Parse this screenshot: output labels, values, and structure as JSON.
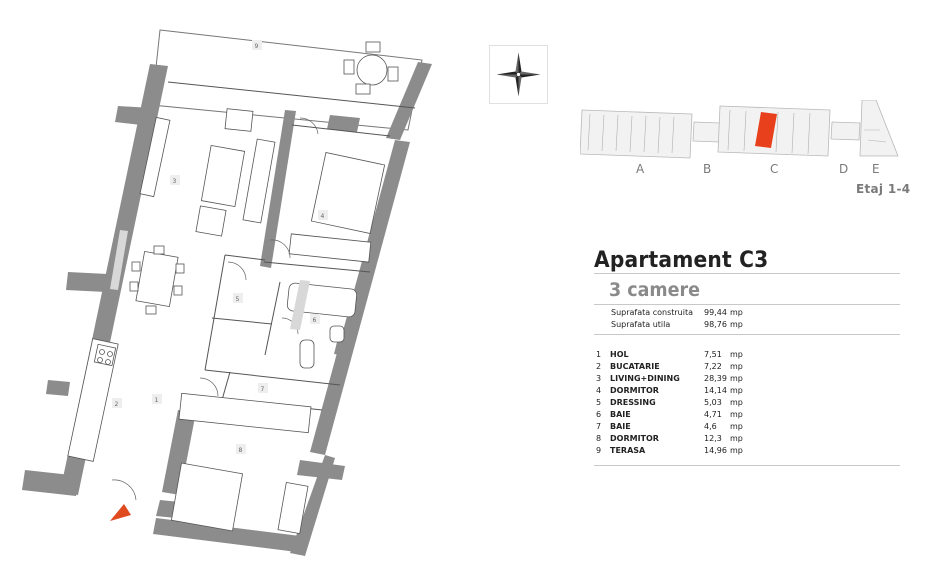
{
  "plan": {
    "room_labels": [
      "1",
      "2",
      "3",
      "4",
      "5",
      "6",
      "7",
      "8",
      "9"
    ],
    "colors": {
      "wall": "#8c8c8c",
      "line": "#555555",
      "entrance_marker": "#e04a1f"
    }
  },
  "compass": {
    "icon": "compass-rose-icon"
  },
  "keyplan": {
    "sections": [
      "A",
      "B",
      "C",
      "D",
      "E"
    ],
    "floor": "Etaj 1-4",
    "highlight_color": "#e8401c"
  },
  "apartment": {
    "title": "Apartament C3",
    "rooms": "3 camere",
    "areas": [
      {
        "label": "Suprafata construita",
        "value": "99,44",
        "unit": "mp"
      },
      {
        "label": "Suprafata utila",
        "value": "98,76",
        "unit": "mp"
      }
    ],
    "room_list": [
      {
        "num": "1",
        "name": "HOL",
        "value": "7,51",
        "unit": "mp"
      },
      {
        "num": "2",
        "name": "BUCATARIE",
        "value": "7,22",
        "unit": "mp"
      },
      {
        "num": "3",
        "name": "LIVING+DINING",
        "value": "28,39",
        "unit": "mp"
      },
      {
        "num": "4",
        "name": "DORMITOR",
        "value": "14,14",
        "unit": "mp"
      },
      {
        "num": "5",
        "name": "DRESSING",
        "value": "5,03",
        "unit": "mp"
      },
      {
        "num": "6",
        "name": "BAIE",
        "value": "4,71",
        "unit": "mp"
      },
      {
        "num": "7",
        "name": "BAIE",
        "value": "4,6",
        "unit": "mp"
      },
      {
        "num": "8",
        "name": "DORMITOR",
        "value": "12,3",
        "unit": "mp"
      },
      {
        "num": "9",
        "name": "TERASA",
        "value": "14,96",
        "unit": "mp"
      }
    ]
  }
}
